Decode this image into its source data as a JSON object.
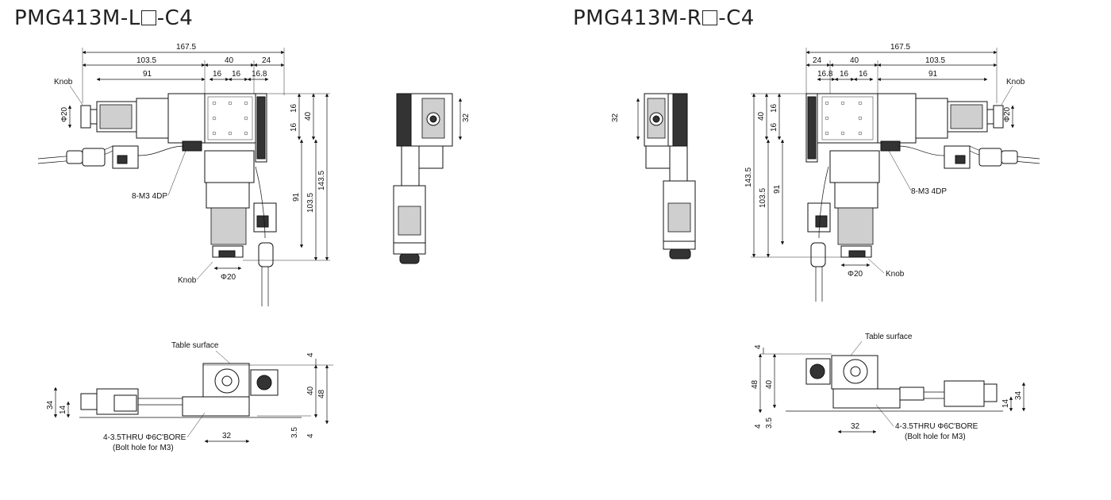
{
  "titles": {
    "left_prefix": "PMG413M-L",
    "left_suffix": "-C4",
    "right_prefix": "PMG413M-R",
    "right_suffix": "-C4"
  },
  "labels": {
    "knob": "Knob",
    "phi20": "Φ20",
    "tapped": "8-M3 4DP",
    "table_surface": "Table surface",
    "thru_bore": "4-3.5THRU Φ6C'BORE",
    "bolt_hole": "(Bolt hole for M3)"
  },
  "dims": {
    "d167_5": "167.5",
    "d103_5": "103.5",
    "d40": "40",
    "d24": "24",
    "d91": "91",
    "d16": "16",
    "d16_8": "16.8",
    "d143_5": "143.5",
    "d32": "32",
    "d48": "48",
    "d34": "34",
    "d14": "14",
    "d4": "4",
    "d3_5": "3.5"
  }
}
